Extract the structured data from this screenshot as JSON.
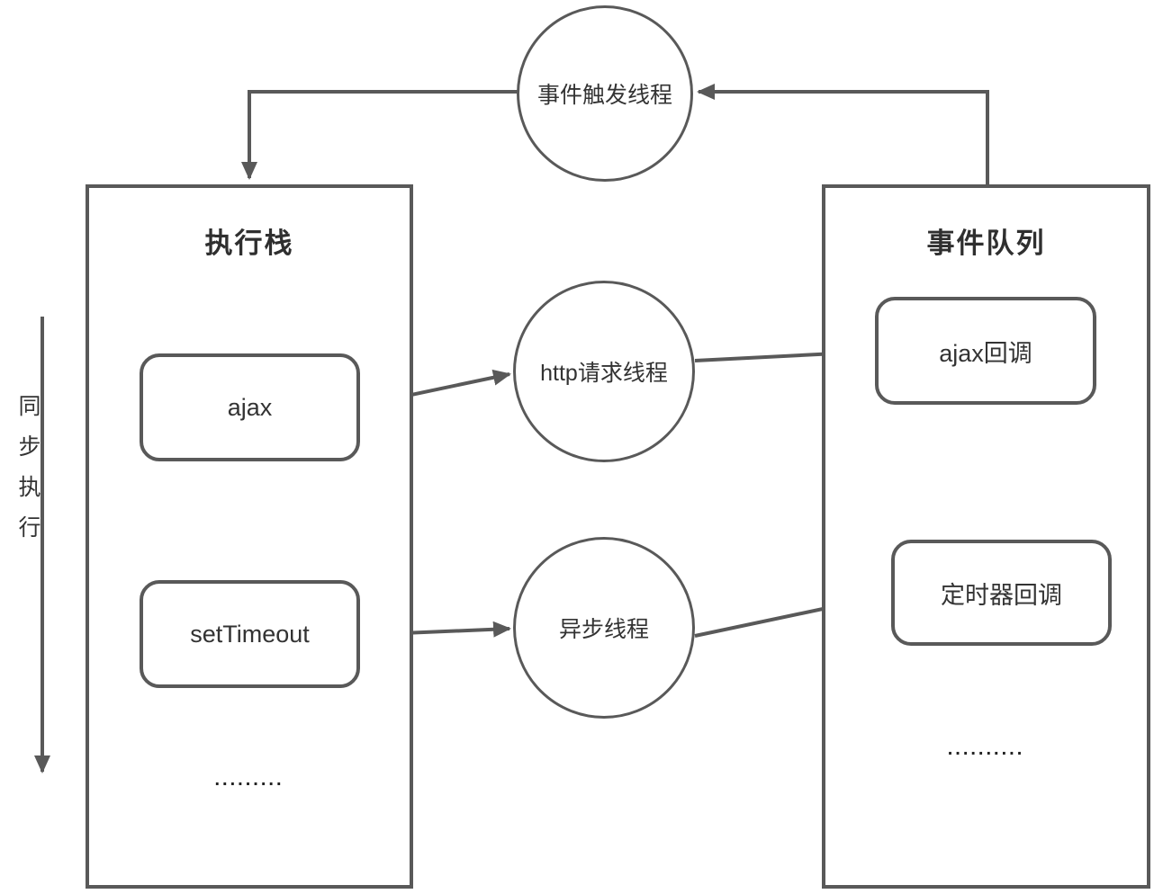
{
  "palette": {
    "line": "#595959",
    "text": "#333333"
  },
  "top_circle": {
    "label": "事件触发线程"
  },
  "left_panel": {
    "title": "执行栈",
    "items": [
      {
        "label": "ajax"
      },
      {
        "label": "setTimeout"
      }
    ],
    "ellipsis": "........."
  },
  "right_panel": {
    "title": "事件队列",
    "items": [
      {
        "label": "ajax回调"
      },
      {
        "label": "定时器回调"
      }
    ],
    "ellipsis": ".........."
  },
  "threads": [
    {
      "label": "http请求线程"
    },
    {
      "label": "异步线程"
    }
  ],
  "side_label": {
    "text": "同步执行"
  }
}
